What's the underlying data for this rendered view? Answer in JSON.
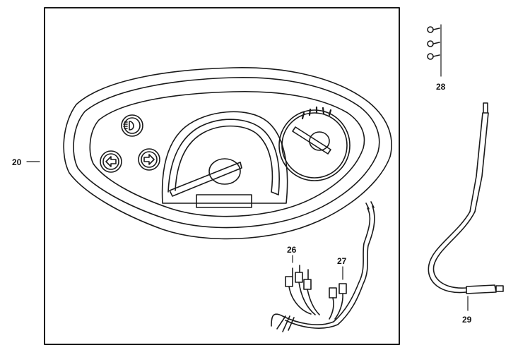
{
  "callouts": {
    "cluster": "20",
    "bulb_socket": "26",
    "wire_lead": "27",
    "screws": "28",
    "speedo_cable": "29"
  },
  "colors": {
    "line": "#1a1a1a",
    "paper": "#ffffff"
  }
}
